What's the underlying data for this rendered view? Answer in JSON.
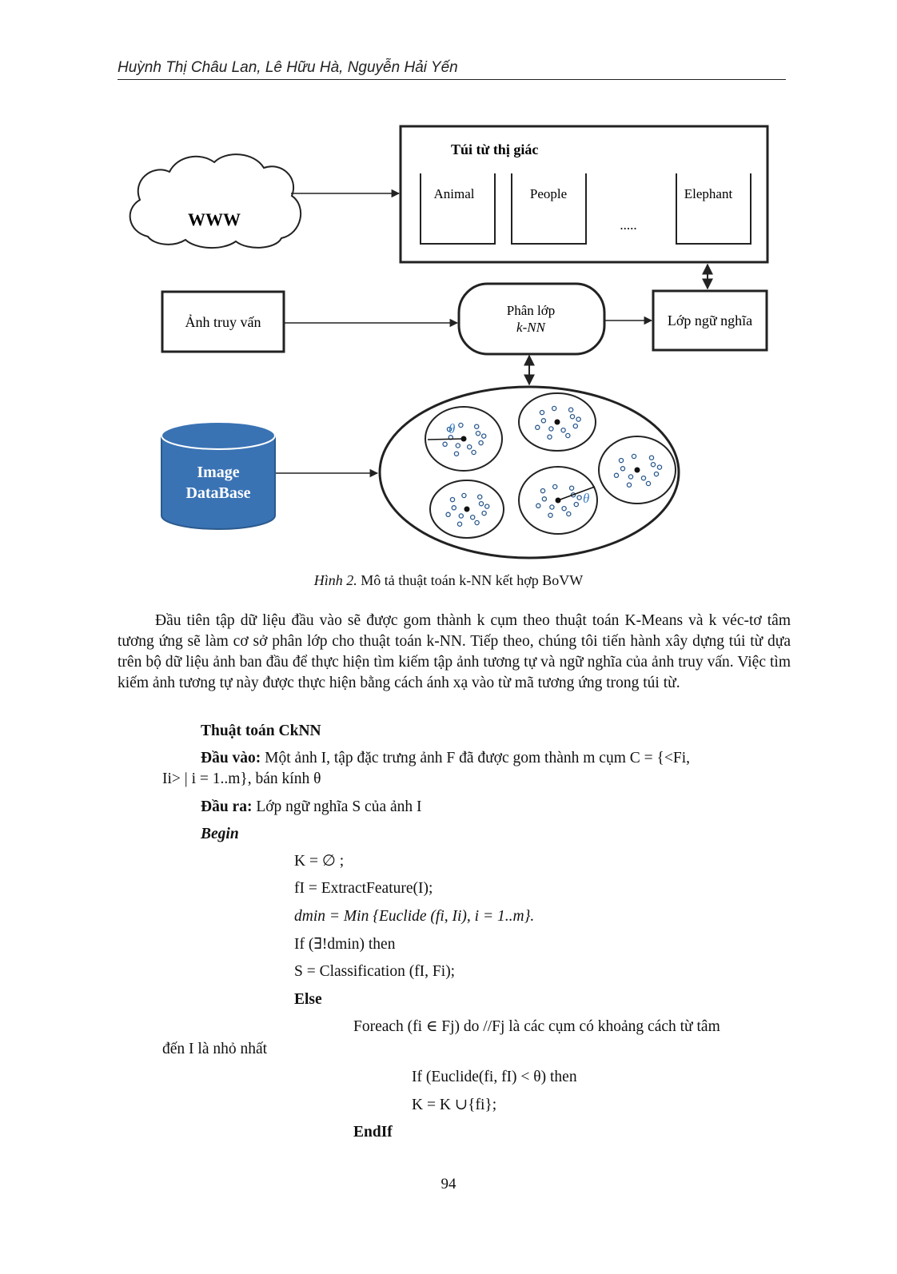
{
  "header": {
    "authors": "Huỳnh Thị Châu Lan, Lê Hữu Hà, Nguyễn Hải Yến"
  },
  "figure": {
    "www_label": "WWW",
    "bovw_title": "Túi từ thị giác",
    "bovw_items": [
      "Animal",
      "People",
      "Elephant"
    ],
    "bovw_ellipsis": ".....",
    "query_image": "Ảnh truy vấn",
    "classifier_line1": "Phân lớp",
    "classifier_line2": "k-NN",
    "semantic_class": "Lớp ngữ nghĩa",
    "database_line1": "Image",
    "database_line2": "DataBase",
    "theta": "θ"
  },
  "caption": {
    "label": "Hình 2.",
    "text": " Mô tả thuật toán k-NN kết hợp BoVW"
  },
  "paragraph": "Đầu tiên tập dữ liệu đầu vào sẽ được gom thành k cụm theo thuật toán K-Means và k véc-tơ tâm tương ứng sẽ làm cơ sở phân lớp cho thuật toán k-NN. Tiếp theo, chúng tôi tiến hành xây dựng túi từ dựa trên bộ dữ liệu ảnh ban đầu để thực hiện tìm kiếm tập ảnh tương tự và ngữ nghĩa của ảnh truy vấn. Việc tìm kiếm ảnh tương tự này được thực hiện bằng cách ánh xạ vào từ mã tương ứng trong túi từ.",
  "algorithm": {
    "title": "Thuật toán CkNN",
    "input_label": "Đầu vào:",
    "input_text_1": " Một ảnh I, tập đặc trưng ảnh F đã được gom thành m cụm C = {<Fi,",
    "input_text_2": "Ii> | i = 1..m}, bán kính θ",
    "output_label": "Đầu ra:",
    "output_text": " Lớp ngữ nghĩa S của ảnh I",
    "begin": "Begin",
    "line_k_init": "K = ∅ ;",
    "line_extract": "fI = ExtractFeature(I);",
    "line_dmin": "dmin = Min {Euclide (fi, Ii), i = 1..m}.",
    "line_if": "If (∃!dmin) then",
    "line_classify": "S = Classification (fI, Fi);",
    "line_else": "Else",
    "line_foreach": "Foreach (fi ∈ Fj) do //Fj là các cụm có khoảng cách từ tâm",
    "line_foreach_cont": "đến I là nhỏ nhất",
    "line_if2": "If (Euclide(fi, fI) < θ) then",
    "line_union": "K = K ∪{fi};",
    "line_endif": "EndIf"
  },
  "page_number": "94",
  "colors": {
    "database": "#3a73b4",
    "stroke": "#222222",
    "theta": "#3a7fc6"
  }
}
